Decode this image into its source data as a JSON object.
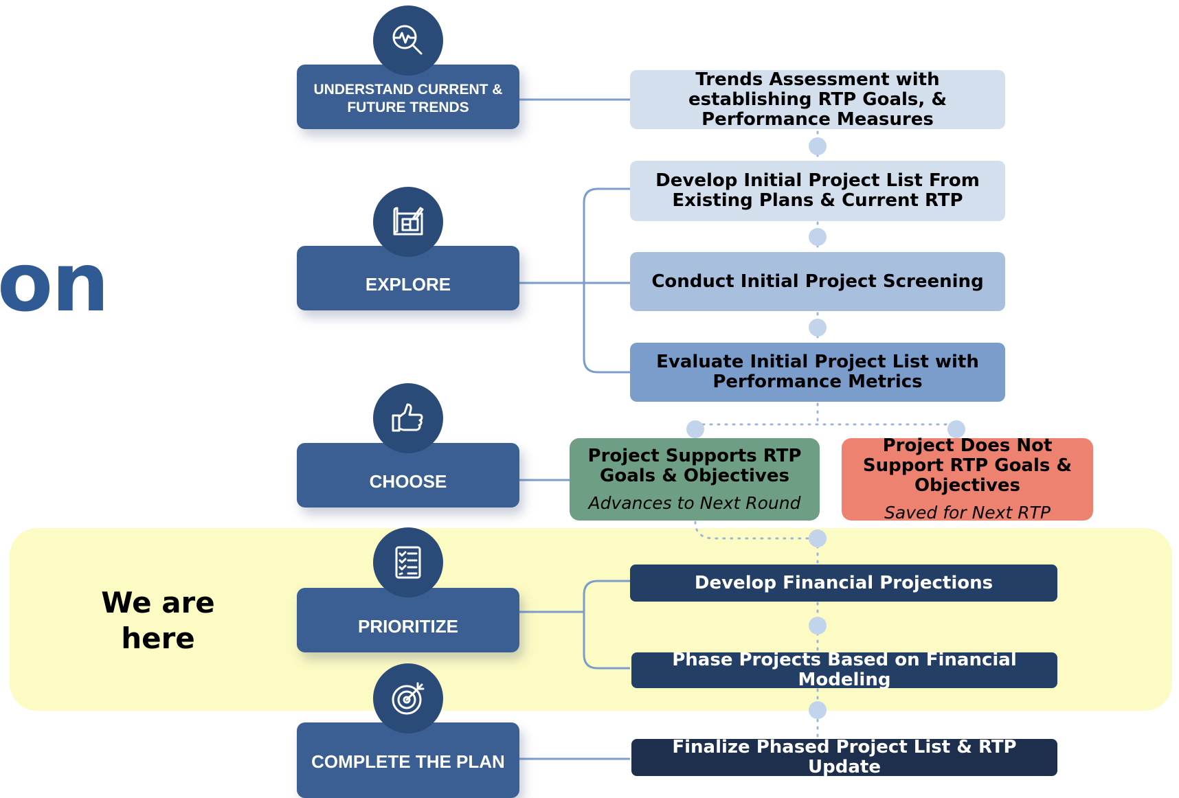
{
  "side_title": "on",
  "here_label": "We are here",
  "stages": [
    {
      "label": "UNDERSTAND CURRENT & FUTURE TRENDS",
      "icon": "magnifier-pulse-icon"
    },
    {
      "label": "EXPLORE",
      "icon": "blueprint-pencil-icon"
    },
    {
      "label": "CHOOSE",
      "icon": "thumbs-up-icon"
    },
    {
      "label": "PRIORITIZE",
      "icon": "checklist-icon"
    },
    {
      "label": "COMPLETE THE PLAN",
      "icon": "target-arrow-icon"
    }
  ],
  "steps": {
    "trends": "Trends Assessment with establishing RTP Goals, & Performance Measures",
    "develop_list": "Develop Initial Project List From Existing Plans & Current RTP",
    "screening": "Conduct Initial Project Screening",
    "evaluate": "Evaluate Initial Project List with Performance Metrics",
    "financial": "Develop Financial Projections",
    "phase": "Phase Projects Based on Financial Modeling",
    "finalize": "Finalize Phased Project List & RTP Update"
  },
  "decisions": {
    "supports": {
      "title": "Project Supports RTP Goals & Objectives",
      "sub": "Advances to Next Round"
    },
    "not_supports": {
      "title": "Project Does Not Support RTP Goals & Objectives",
      "sub": "Saved for Next RTP"
    }
  },
  "colors": {
    "stage": "#3b5e93",
    "icon_circle": "#2a4a78",
    "highlight": "#fdfbc4",
    "connector": "#7b9dcc",
    "dot": "#c2d3ec",
    "supports": "#6e9f84",
    "not_supports": "#ee8270"
  }
}
